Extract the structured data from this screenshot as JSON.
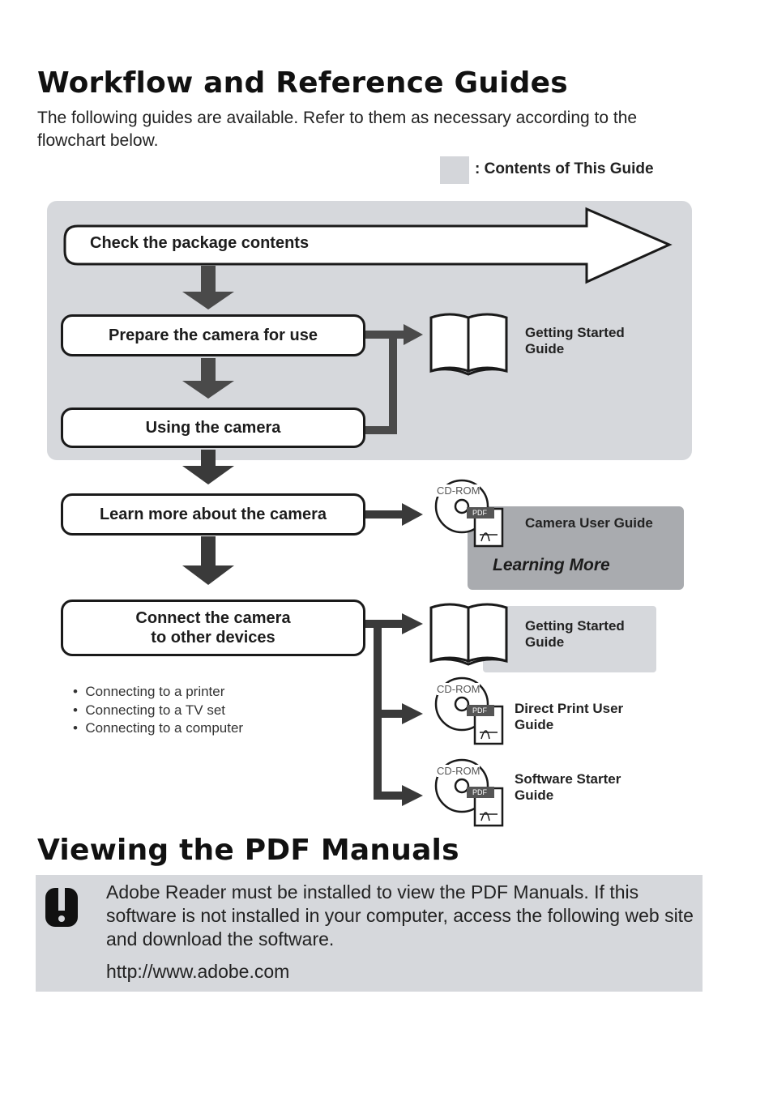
{
  "workflow": {
    "title": "Workflow and Reference Guides",
    "intro": "The following guides are available. Refer to them as necessary according to the flowchart below.",
    "legend_label": ": Contents of This Guide"
  },
  "steps": {
    "check": "Check the package contents",
    "prepare": "Prepare the camera for use",
    "using": "Using the camera",
    "learn": "Learn more about the camera",
    "connect_line1": "Connect the camera",
    "connect_line2": "to other devices"
  },
  "connect_bullets": [
    "Connecting to a printer",
    "Connecting to a TV set",
    "Connecting to a computer"
  ],
  "guides": {
    "getting_started_1": {
      "line1": "Getting Started",
      "line2": "Guide"
    },
    "camera_user": "Camera User Guide",
    "learning_more": "Learning More",
    "getting_started_2": {
      "line1": "Getting Started",
      "line2": "Guide"
    },
    "direct_print": {
      "line1": "Direct Print User",
      "line2": "Guide"
    },
    "software_starter": {
      "line1": "Software Starter",
      "line2": "Guide"
    },
    "cdrom_label": "CD-ROM",
    "pdf_label": "PDF"
  },
  "pdf_section": {
    "title": "Viewing the PDF Manuals",
    "notice": "Adobe Reader must be installed to view the PDF Manuals. If this software is not installed in your computer, access the following web site and download the software.",
    "url": "http://www.adobe.com"
  },
  "icons": [
    "book-icon",
    "cd-rom-icon",
    "pdf-document-icon",
    "caution-icon",
    "down-arrow-icon",
    "right-arrow-icon"
  ],
  "colors": {
    "panel_gray": "#d6d8dc",
    "dark_panel": "#a9abaf",
    "arrow_dark": "#3a3a3a"
  }
}
